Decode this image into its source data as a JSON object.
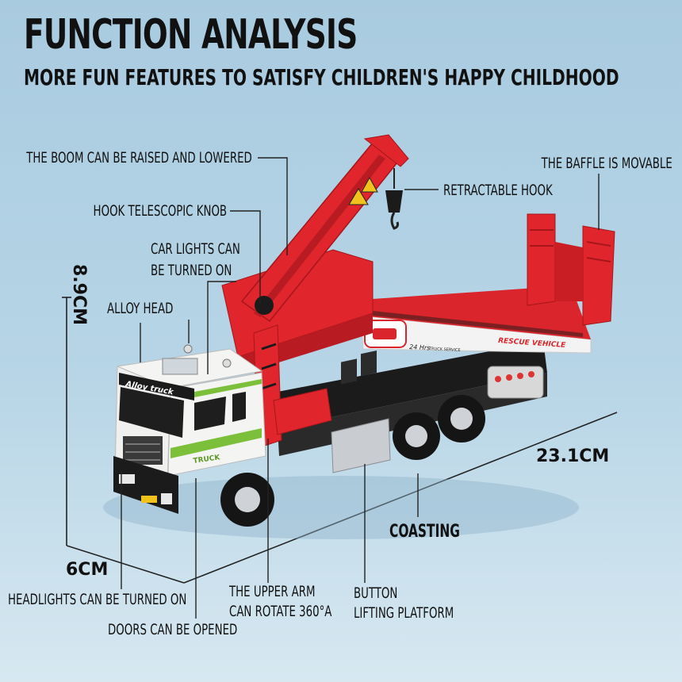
{
  "header": {
    "title": "FUNCTION ANALYSIS",
    "subtitle": "MORE FUN FEATURES TO SATISFY CHILDREN'S HAPPY CHILDHOOD"
  },
  "callouts": {
    "boom": "THE BOOM CAN BE RAISED AND LOWERED",
    "baffle": "THE BAFFLE IS MOVABLE",
    "hook": "RETRACTABLE HOOK",
    "knob": "HOOK TELESCOPIC KNOB",
    "lights_line1": "CAR LIGHTS CAN",
    "lights_line2": "BE TURNED ON",
    "alloy_head": "ALLOY HEAD",
    "coasting": "COASTING",
    "headlights": "HEADLIGHTS CAN BE TURNED ON",
    "doors": "DOORS CAN BE OPENED",
    "upper_arm_line1": "THE UPPER ARM",
    "upper_arm_line2": "CAN ROTATE 360°A",
    "button_line1": "BUTTON",
    "button_line2": "LIFTING PLATFORM"
  },
  "dimensions": {
    "height": "8.9CM",
    "length": "23.1CM",
    "width": "6CM"
  },
  "truck_markings": {
    "cab_brand": "Alloy truck",
    "cab_badge": "TRUCK",
    "platform_label": "RESCUE VEHICLE",
    "platform_service": "24 Hrs",
    "platform_service_sub": "TRUCK SERVICE"
  },
  "colors": {
    "crane_red": "#e0262c",
    "cab_white": "#f4f4f2",
    "accent_green": "#7bbf3a",
    "chassis_black": "#1b1b1b",
    "background": "#b3d2e4"
  }
}
